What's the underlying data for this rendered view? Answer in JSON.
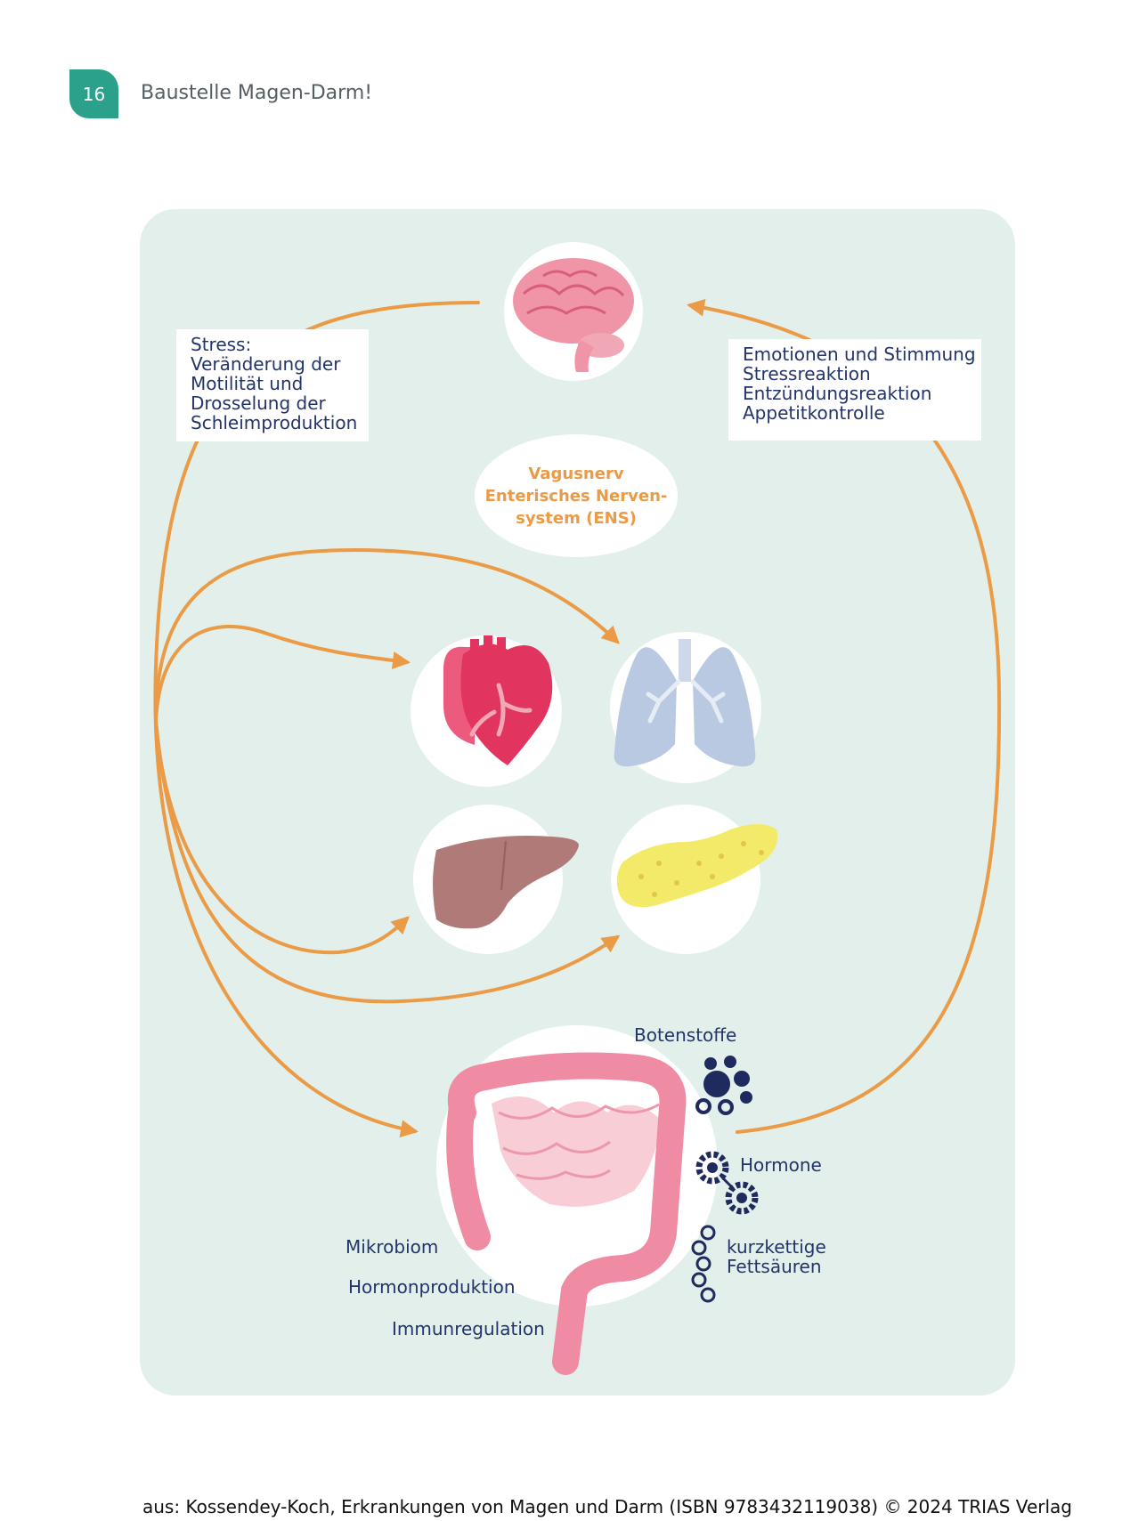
{
  "header": {
    "page_number": "16",
    "title": "Baustelle Magen-Darm!"
  },
  "stress_box": {
    "lines": [
      "Stress:",
      "Veränderung der",
      "Motilität und",
      "Drosselung der",
      "Schleimproduktion"
    ]
  },
  "emotion_box": {
    "lines": [
      "Emotionen und Stimmung",
      "Stressreaktion",
      "Entzündungsreaktion",
      "Appetitkontrolle"
    ]
  },
  "vagus": {
    "lines": [
      "Vagusnerv",
      "Enterisches Nerven-",
      "system (ENS)"
    ]
  },
  "gut_labels": {
    "botenstoffe": "Botenstoffe",
    "hormone": "Hormone",
    "fettsaeuren": [
      "kurzkettige",
      "Fettsäuren"
    ],
    "mikrobiom": "Mikrobiom",
    "hormonproduktion": "Hormonproduktion",
    "immunregulation": "Immunregulation"
  },
  "footer": "aus: Kossendey-Koch, Erkrankungen von Magen und Darm (ISBN 9783432119038) © 2024 TRIAS Verlag",
  "colors": {
    "accent_green": "#2ba08a",
    "panel_bg": "#e2efeb",
    "arrow_orange": "#eb9a45",
    "text_navy": "#23346b"
  }
}
